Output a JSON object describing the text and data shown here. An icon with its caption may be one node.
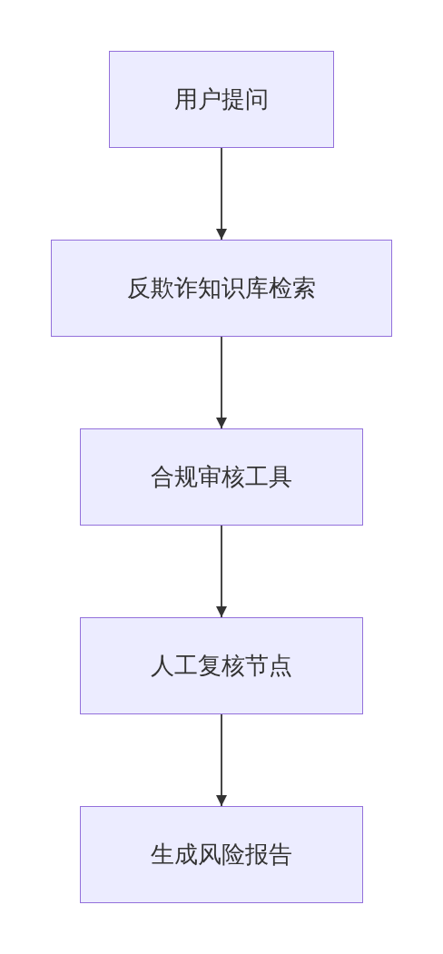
{
  "diagram": {
    "nodes": [
      {
        "text": [
          "用户提问"
        ]
      },
      {
        "text": [
          "反欺诈知识库检索"
        ]
      },
      {
        "text": [
          "合规审核工具"
        ]
      },
      {
        "text": [
          "人工复核节点"
        ]
      },
      {
        "text": [
          "生成风险报告"
        ]
      }
    ],
    "edges": [
      {
        "from": 0,
        "to": 1,
        "arrow": "to"
      },
      {
        "from": 1,
        "to": 2,
        "arrow": "to"
      },
      {
        "from": 2,
        "to": 3,
        "arrow": "to"
      },
      {
        "from": 3,
        "to": 4,
        "arrow": "to"
      }
    ]
  }
}
